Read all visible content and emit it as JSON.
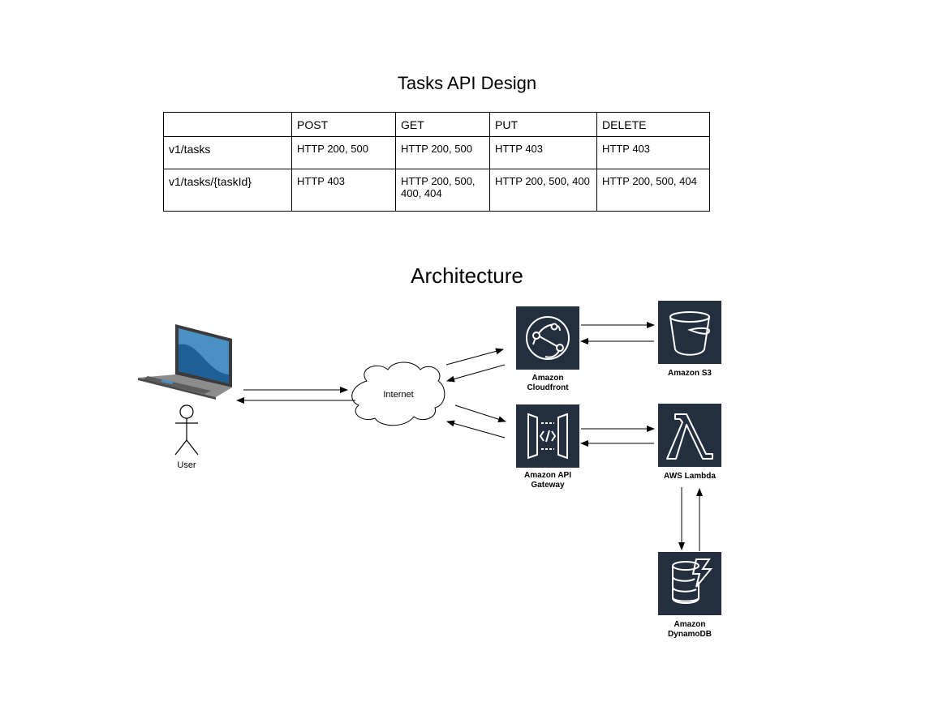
{
  "tasks_api": {
    "title": "Tasks API Design",
    "columns": [
      "",
      "POST",
      "GET",
      "PUT",
      "DELETE"
    ],
    "rows": [
      [
        "v1/tasks",
        "HTTP 200, 500",
        "HTTP 200, 500",
        "HTTP 403",
        "HTTP 403"
      ],
      [
        "v1/tasks/{taskId}",
        "HTTP 403",
        "HTTP 200, 500, 400, 404",
        "HTTP 200, 500, 400",
        "HTTP 200, 500, 404"
      ]
    ]
  },
  "architecture": {
    "title": "Architecture",
    "user_label": "User",
    "internet_label": "Internet",
    "services": {
      "cloudfront": "Amazon Cloudfront",
      "s3": "Amazon S3",
      "api_gateway": "Amazon API Gateway",
      "lambda": "AWS Lambda",
      "dynamodb": "Amazon DynamoDB"
    },
    "colors": {
      "service_tile": "#232F3E",
      "laptop_screen": "#4A90C2"
    }
  }
}
